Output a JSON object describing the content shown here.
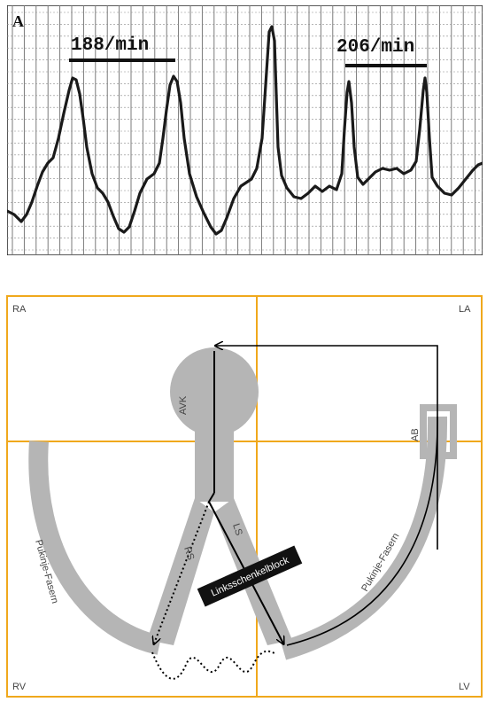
{
  "panel_a": {
    "panel_label": "A",
    "rate_left": "188/min",
    "rate_right": "206/min"
  },
  "diagram": {
    "quadrants": {
      "top_left": "RA",
      "top_right": "LA",
      "bottom_left": "RV",
      "bottom_right": "LV"
    },
    "avk": "AVK",
    "ab": "AB",
    "rs": "RS",
    "ls": "LS",
    "purkinje_left": "Pukinje-Fasern",
    "purkinje_right": "Pukinje-Fasern",
    "block_label": "Linksschenkelblock",
    "colors": {
      "grid": "#f0a81c",
      "conduction": "#b5b5b5",
      "line": "#000000",
      "block_bg": "#111111"
    }
  }
}
